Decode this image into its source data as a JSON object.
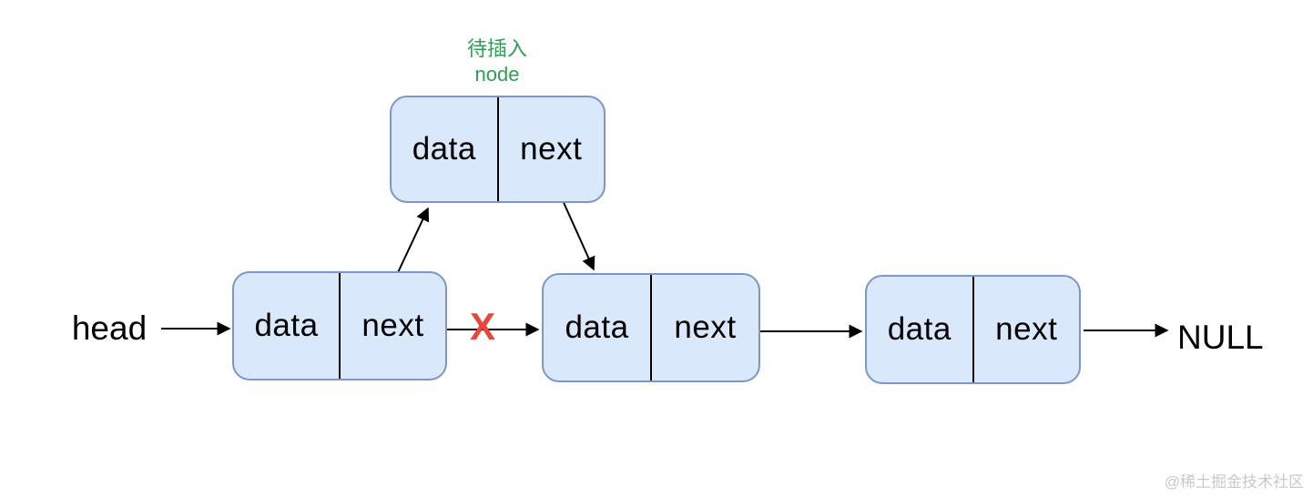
{
  "title": "Singly linked list node insertion diagram",
  "colors": {
    "background": "#ffffff",
    "node_fill": "#dae8fc",
    "node_border": "#7e96c5",
    "divider": "#000000",
    "arrow": "#000000",
    "annotation_green": "#2f9e51",
    "cross_red": "#e8453c",
    "watermark_gray": "#c9c9c9"
  },
  "labels": {
    "head": "head",
    "null": "NULL",
    "cross": "X",
    "watermark": "@稀土掘金技术社区"
  },
  "annotation": {
    "line1": "待插入",
    "line2": "node"
  },
  "nodes": [
    {
      "id": "pending-insert-node",
      "data_label": "data",
      "next_label": "next"
    },
    {
      "id": "list-node-1",
      "data_label": "data",
      "next_label": "next"
    },
    {
      "id": "list-node-2",
      "data_label": "data",
      "next_label": "next"
    },
    {
      "id": "list-node-3",
      "data_label": "data",
      "next_label": "next"
    }
  ]
}
